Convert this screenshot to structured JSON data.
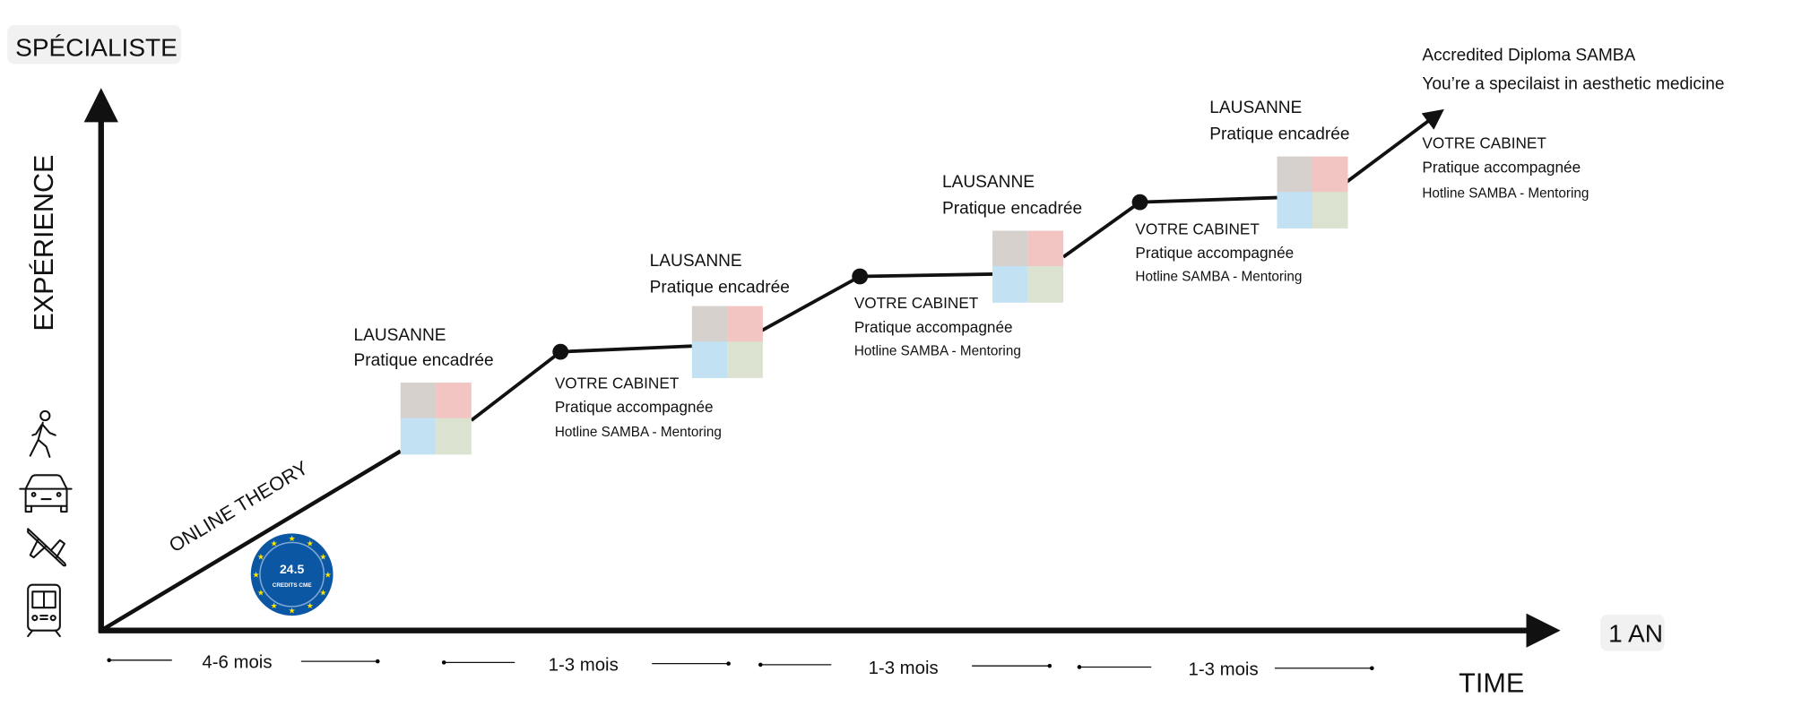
{
  "axes": {
    "y_top_label": "SPÉCIALISTE",
    "y_label": "EXPÉRIENCE",
    "x_end_label": "1 AN",
    "x_label": "TIME"
  },
  "online_theory": "ONLINE THEORY",
  "badge": {
    "value": "24.5",
    "label": "CREDITS CME",
    "color": "#0b57a4",
    "star_color": "#ffe600"
  },
  "lausanne": [
    {
      "city": "LAUSANNE",
      "type": "Pratique encadrée"
    },
    {
      "city": "LAUSANNE",
      "type": "Pratique encadrée"
    },
    {
      "city": "LAUSANNE",
      "type": "Pratique encadrée"
    },
    {
      "city": "LAUSANNE",
      "type": "Pratique encadrée"
    }
  ],
  "cabinet": [
    {
      "title": "VOTRE CABINET",
      "type": "Pratique accompagnée",
      "support": "Hotline SAMBA - Mentoring"
    },
    {
      "title": "VOTRE CABINET",
      "type": "Pratique accompagnée",
      "support": "Hotline SAMBA - Mentoring"
    },
    {
      "title": "VOTRE CABINET",
      "type": "Pratique accompagnée",
      "support": "Hotline SAMBA - Mentoring"
    },
    {
      "title": "VOTRE CABINET",
      "type": "Pratique accompagnée",
      "support": "Hotline SAMBA - Mentoring"
    }
  ],
  "final": {
    "line1": "Accredited Diploma SAMBA",
    "line2": "You’re a specilaist in aesthetic medicine"
  },
  "durations": [
    "4-6 mois",
    "1-3 mois",
    "1-3 mois",
    "1-3 mois"
  ],
  "square_colors": [
    "#d6d1cc",
    "#f2c4c2",
    "#c2e1f3",
    "#dbe3d0"
  ],
  "transport_icons": [
    "walking-icon",
    "car-icon",
    "plane-icon",
    "train-icon"
  ]
}
